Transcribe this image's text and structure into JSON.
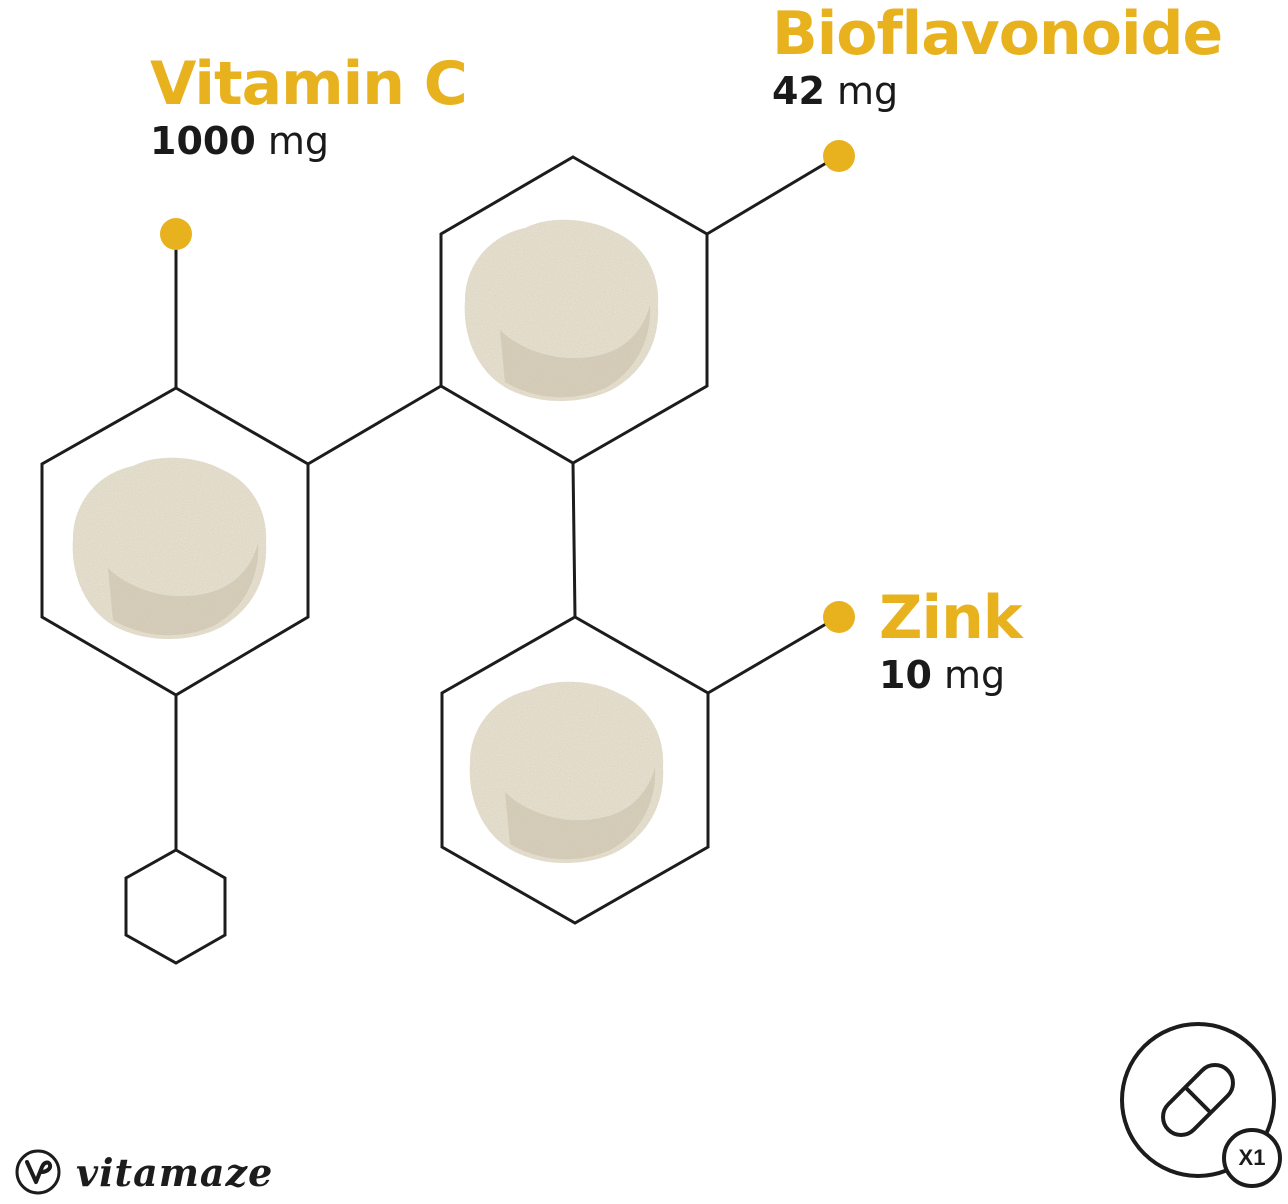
{
  "colors": {
    "accent": "#E8B21F",
    "line": "#1c1c1c",
    "powder": "#ECE6D6",
    "powder_shade": "#D9D1BC"
  },
  "ingredients": [
    {
      "name": "Vitamin C",
      "amount": "1000",
      "unit": "mg"
    },
    {
      "name": "Bioflavonoide",
      "amount": "42",
      "unit": "mg"
    },
    {
      "name": "Zink",
      "amount": "10",
      "unit": "mg"
    }
  ],
  "brand": {
    "name": "vitamaze",
    "icon": "vitamaze-logo-icon"
  },
  "dose_badge": {
    "icon": "capsule-icon",
    "quantity": "X1"
  }
}
